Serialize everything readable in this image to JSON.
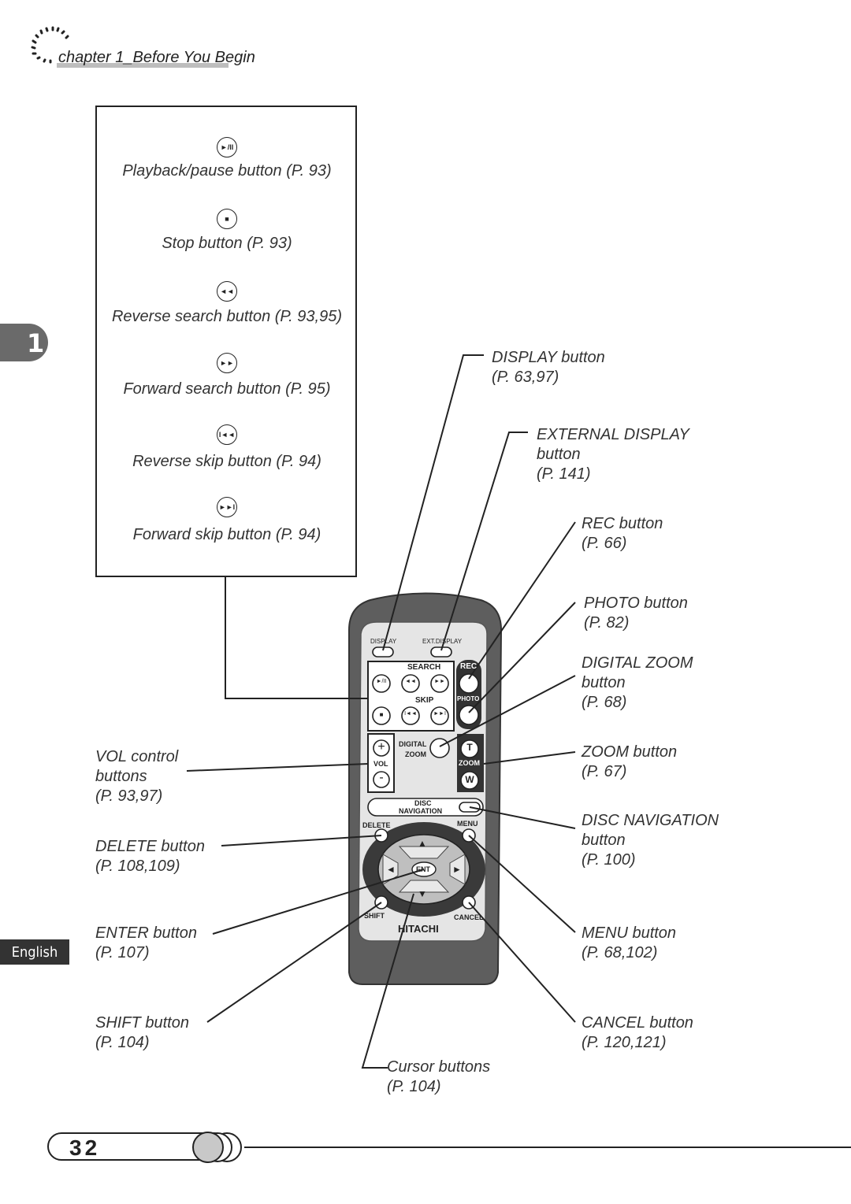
{
  "header": {
    "chapter": "chapter 1_Before You Begin"
  },
  "side_tab": {
    "chapter_number": "1",
    "language": "English"
  },
  "inset_box": {
    "items": [
      {
        "icon": "play-pause-icon",
        "glyph": "►/II",
        "label": "Playback/pause button (P. 93)"
      },
      {
        "icon": "stop-icon",
        "glyph": "■",
        "label": "Stop button (P. 93)"
      },
      {
        "icon": "rewind-icon",
        "glyph": "◄◄",
        "label": "Reverse search button (P. 93,95)"
      },
      {
        "icon": "fast-forward-icon",
        "glyph": "►►",
        "label": "Forward search button (P. 95)"
      },
      {
        "icon": "skip-back-icon",
        "glyph": "I◄◄",
        "label": "Reverse skip button (P. 94)"
      },
      {
        "icon": "skip-forward-icon",
        "glyph": "►►I",
        "label": "Forward skip button (P. 94)"
      }
    ]
  },
  "callouts_right": {
    "display": [
      "DISPLAY button",
      "(P. 63,97)"
    ],
    "ext_display": [
      "EXTERNAL DISPLAY",
      "button",
      "(P. 141)"
    ],
    "rec": [
      "REC button",
      "(P. 66)"
    ],
    "photo": [
      "PHOTO button",
      "(P. 82)"
    ],
    "digital_zoom": [
      "DIGITAL ZOOM",
      "button",
      "(P. 68)"
    ],
    "zoom": [
      "ZOOM button",
      "(P. 67)"
    ],
    "disc_nav": [
      "DISC NAVIGATION",
      "button",
      "(P. 100)"
    ],
    "menu": [
      "MENU button",
      "(P. 68,102)"
    ],
    "cancel": [
      "CANCEL button",
      "(P. 120,121)"
    ]
  },
  "callouts_left": {
    "vol": [
      "VOL control",
      "buttons",
      "(P. 93,97)"
    ],
    "delete": [
      "DELETE button",
      "(P. 108,109)"
    ],
    "enter": [
      "ENTER button",
      "(P. 107)"
    ],
    "shift": [
      "SHIFT button",
      "(P. 104)"
    ]
  },
  "callout_bottom": {
    "cursor": [
      "Cursor buttons",
      "(P. 104)"
    ]
  },
  "remote": {
    "display": "DISPLAY",
    "ext_display": "EXT.DISPLAY",
    "search": "SEARCH",
    "skip": "SKIP",
    "rec": "REC",
    "photo": "PHOTO",
    "digital": "DIGITAL",
    "zoom_small": "ZOOM",
    "t": "T",
    "zoom": "ZOOM",
    "w": "W",
    "vol": "VOL",
    "plus": "+",
    "minus": "-",
    "disc": "DISC",
    "navigation": "NAVIGATION",
    "delete": "DELETE",
    "menu": "MENU",
    "ent": "ENT",
    "shift": "SHIFT",
    "cancel": "CANCEL",
    "brand": "HITACHI",
    "search_glyphs": [
      "►/II",
      "◄◄",
      "►►"
    ],
    "skip_glyphs": [
      "■",
      "I◄◄",
      "►►I"
    ],
    "arrows": [
      "▲",
      "◄",
      "►",
      "▼"
    ]
  },
  "footer": {
    "page_number": "32"
  }
}
